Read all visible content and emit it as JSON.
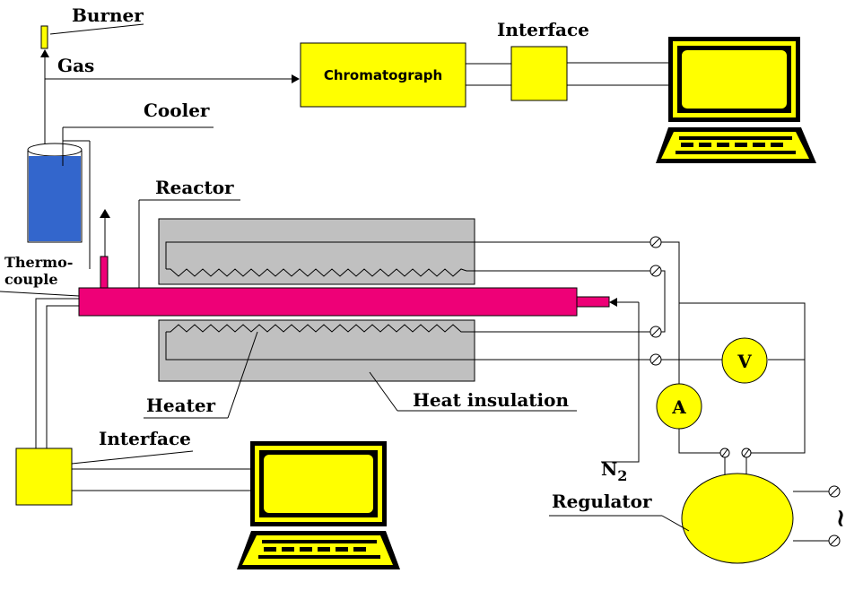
{
  "labels": {
    "burner": "Burner",
    "gas": "Gas",
    "cooler": "Cooler",
    "reactor": "Reactor",
    "thermocouple_line1": "Thermo-",
    "thermocouple_line2": "couple",
    "heater": "Heater",
    "heat_insulation": "Heat insulation",
    "interface_top": "Interface",
    "interface_bottom": "Interface",
    "chromatograph": "Chromatograph",
    "regulator": "Regulator",
    "n2_main": "N",
    "n2_sub": "2",
    "voltmeter": "V",
    "ammeter": "A",
    "ac_symbol": "~"
  },
  "colors": {
    "yellow": "#ffff00",
    "reactor": "#ee0077",
    "insulation": "#c0c0c0",
    "coolant": "#3366cc",
    "line": "#000000"
  }
}
